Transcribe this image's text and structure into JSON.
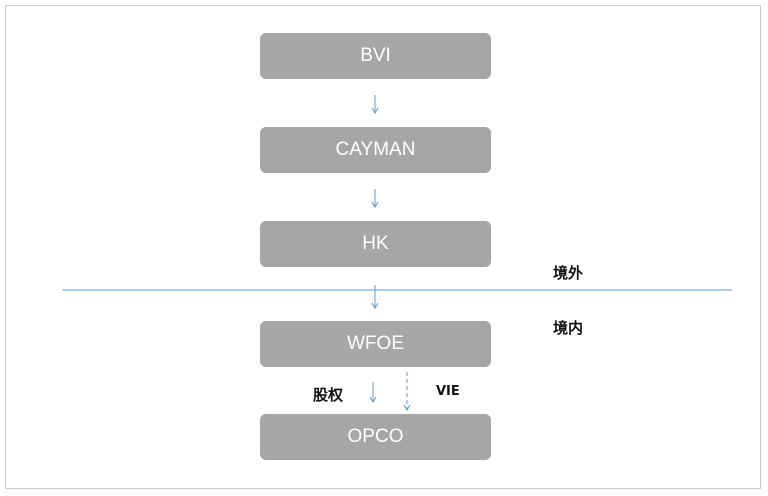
{
  "nodes": {
    "bvi": "BVI",
    "cayman": "CAYMAN",
    "hk": "HK",
    "wfoe": "WFOE",
    "opco": "OPCO"
  },
  "regions": {
    "offshore": "境外",
    "onshore": "境内"
  },
  "edges": {
    "equity": "股权",
    "vie": "VIE"
  },
  "colors": {
    "box_fill": "#a6a6a6",
    "box_text": "#ffffff",
    "line": "#5b9bd5"
  }
}
